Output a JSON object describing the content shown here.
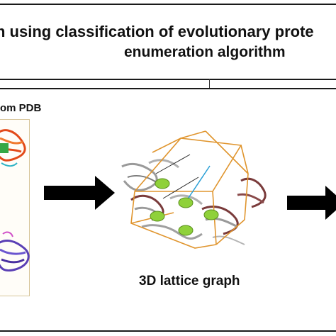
{
  "header": {
    "title_line1": "n using classification of evolutionary prote",
    "title_line2": "enumeration algorithm"
  },
  "left_panel": {
    "label": "om PDB"
  },
  "middle_panel": {
    "caption": "3D lattice  graph"
  },
  "colors": {
    "arrow": "#000000",
    "lattice_edge": "#e0952e",
    "node_fill": "#8fd13a",
    "protein_dark": "#7a3b3b",
    "protein_gray": "#9a9a9a",
    "protein_orange": "#e24a1a",
    "protein_purple": "#5a3fb5",
    "center_line": "#2a9fd6"
  },
  "icons": [
    "right-arrow-icon",
    "right-arrow-icon"
  ]
}
